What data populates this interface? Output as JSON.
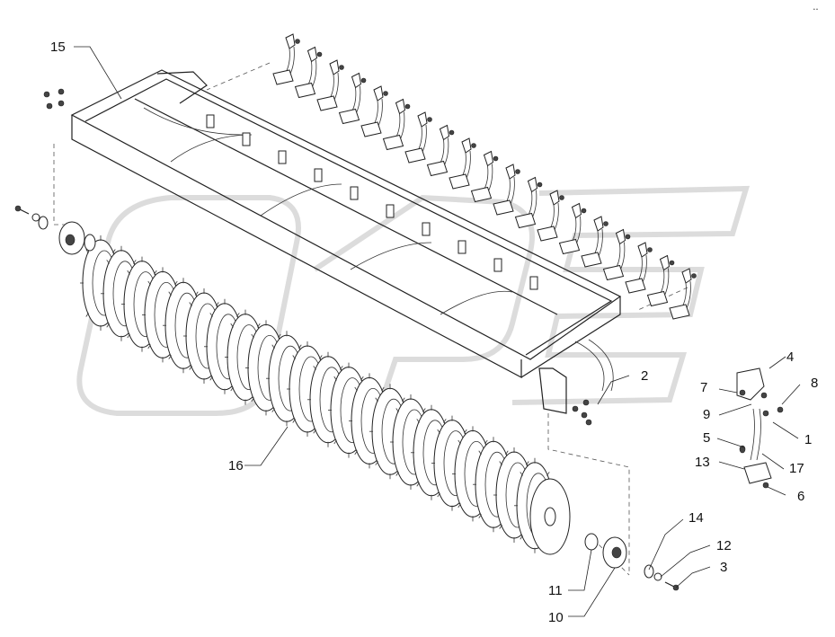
{
  "corner_code": "• •",
  "callouts": [
    {
      "id": "c15",
      "text": "15"
    },
    {
      "id": "c2",
      "text": "2"
    },
    {
      "id": "c4",
      "text": "4"
    },
    {
      "id": "c7",
      "text": "7"
    },
    {
      "id": "c8",
      "text": "8"
    },
    {
      "id": "c9",
      "text": "9"
    },
    {
      "id": "c1",
      "text": "1"
    },
    {
      "id": "c5",
      "text": "5"
    },
    {
      "id": "c13",
      "text": "13"
    },
    {
      "id": "c17",
      "text": "17"
    },
    {
      "id": "c6",
      "text": "6"
    },
    {
      "id": "c16",
      "text": "16"
    },
    {
      "id": "c14",
      "text": "14"
    },
    {
      "id": "c12",
      "text": "12"
    },
    {
      "id": "c3",
      "text": "3"
    },
    {
      "id": "c11",
      "text": "11"
    },
    {
      "id": "c10",
      "text": "10"
    }
  ]
}
